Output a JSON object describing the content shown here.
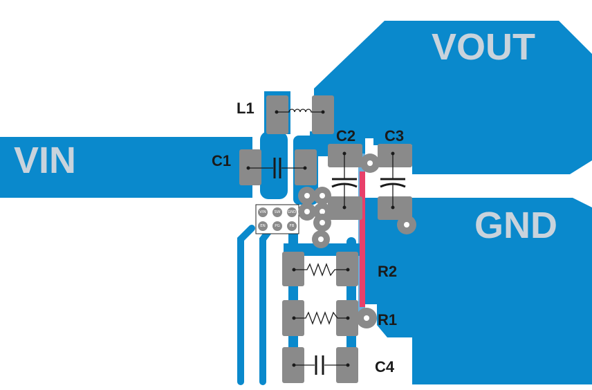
{
  "nets": {
    "vin": "VIN",
    "vout": "VOUT",
    "gnd": "GND"
  },
  "components": {
    "l1": "L1",
    "c1": "C1",
    "c2": "C2",
    "c3": "C3",
    "r1": "R1",
    "r2": "R2",
    "c4": "C4"
  },
  "ic_pins": [
    "VIN",
    "SW",
    "GND",
    "EN",
    "PG",
    "FB"
  ],
  "colors": {
    "copper": "#0a89cc",
    "pad": "#8a8a8a",
    "net_label": "#c9d3dc",
    "feedback_trace": "#e8406a"
  }
}
